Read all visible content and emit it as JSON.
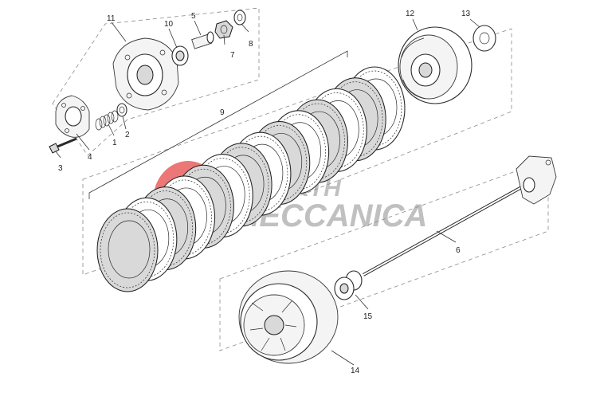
{
  "watermark": {
    "line1": "ROBERTH",
    "line2": "MECCANICA"
  },
  "callouts": {
    "c1": "1",
    "c2": "2",
    "c3": "3",
    "c4": "4",
    "c5": "5",
    "c6": "6",
    "c7": "7",
    "c8": "8",
    "c9": "9",
    "c10": "10",
    "c11": "11",
    "c12": "12",
    "c13": "13",
    "c14": "14",
    "c15": "15"
  },
  "colors": {
    "watermark_red": "#e64a4a",
    "watermark_gray": "#8e8e8e",
    "line": "#2a2a2a"
  }
}
